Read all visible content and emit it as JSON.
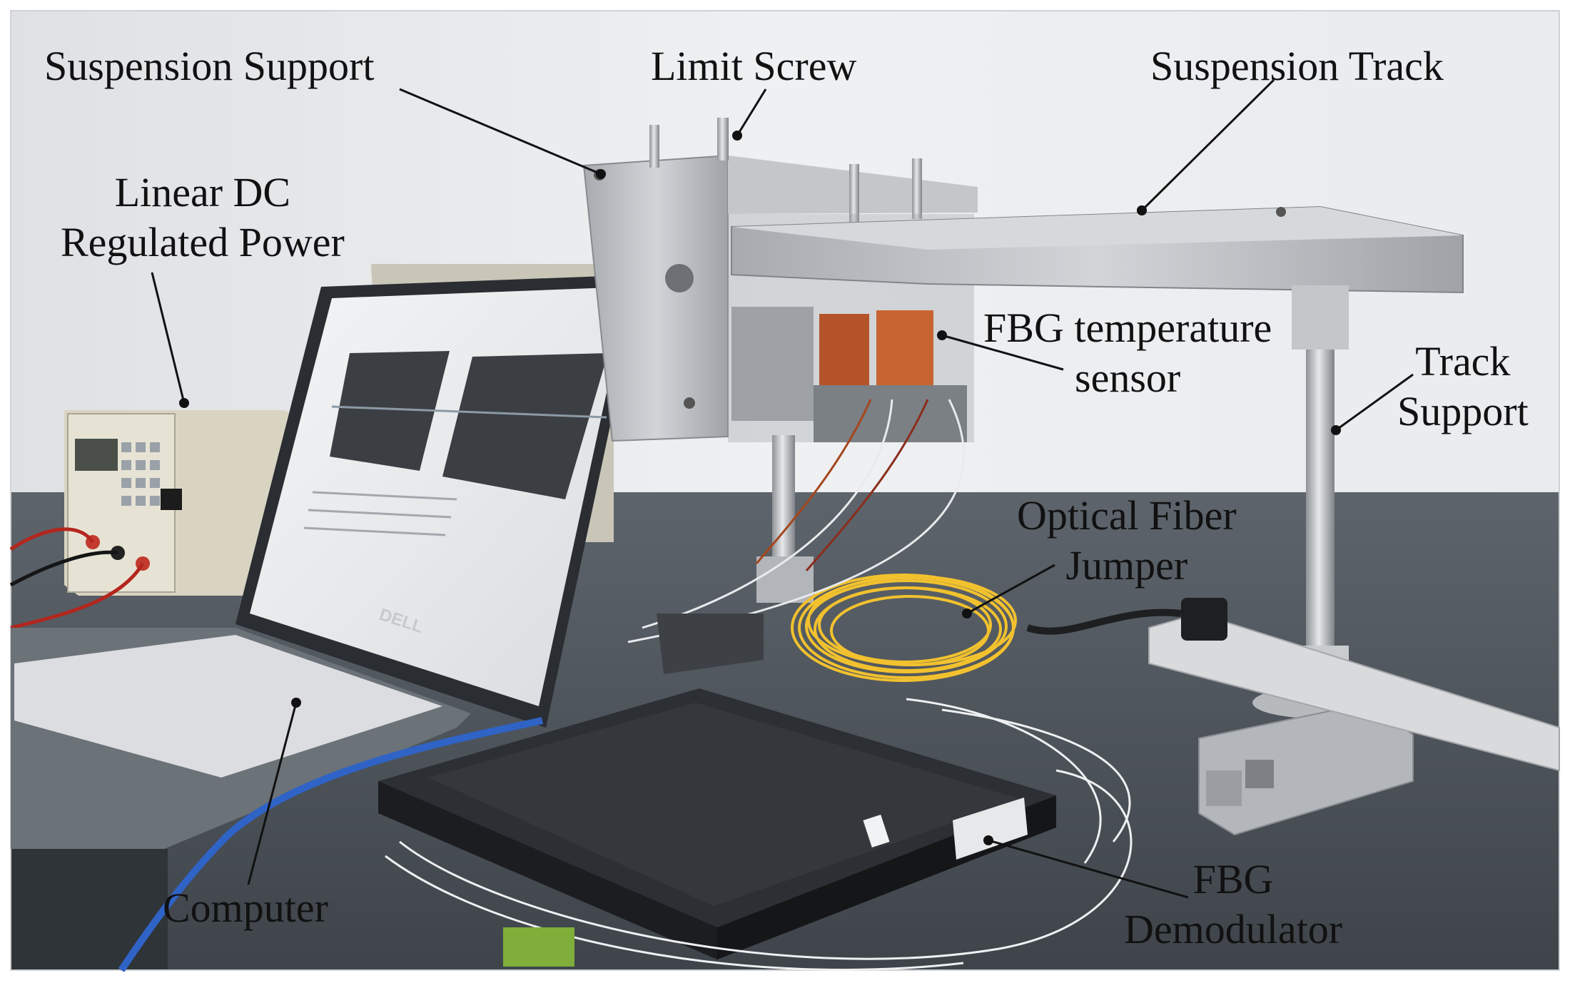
{
  "figure": {
    "annotations": {
      "suspension_support": "Suspension Support",
      "limit_screw": "Limit Screw",
      "suspension_track": "Suspension Track",
      "power_line1": "Linear DC",
      "power_line2": "Regulated Power",
      "fbg_temp_line1": "FBG temperature",
      "fbg_temp_line2": "sensor",
      "track_support_line1": "Track",
      "track_support_line2": "Support",
      "fiber_line1": "Optical Fiber",
      "fiber_line2": "Jumper",
      "computer": "Computer",
      "demod_line1": "FBG",
      "demod_line2": "Demodulator"
    },
    "device_text": {
      "laptop_brand": "DELL"
    },
    "colors": {
      "wall": "#e4e6e9",
      "desk": "#4b5259",
      "aluminum": "#b9bcbf",
      "fiber_yellow": "#f2c12e",
      "copper_sensor": "#b5542a",
      "cable_blue": "#2f63c6"
    }
  }
}
